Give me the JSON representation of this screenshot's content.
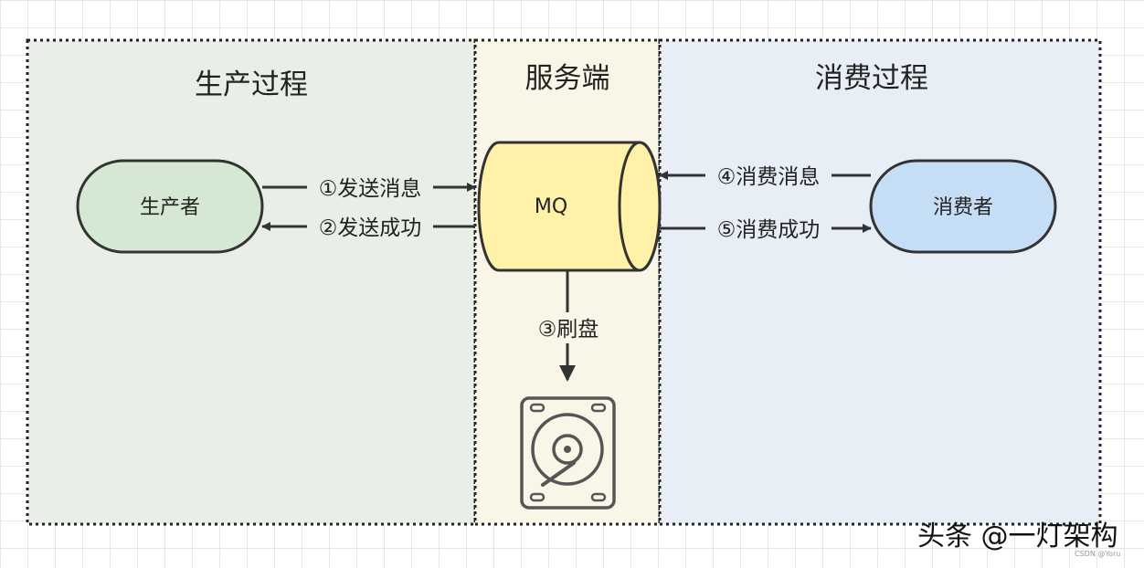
{
  "sections": {
    "production": "生产过程",
    "server": "服务端",
    "consumption": "消费过程"
  },
  "nodes": {
    "producer": "生产者",
    "mq": "MQ",
    "consumer": "消费者"
  },
  "edges": {
    "send_message": "①发送消息",
    "send_success": "②发送成功",
    "flush_disk": "③刷盘",
    "consume_message": "④消费消息",
    "consume_success": "⑤消费成功"
  },
  "watermark": {
    "main": "头条 @一灯架构",
    "small": "CSDN @Yoru"
  },
  "colors": {
    "production_bg": "#e9efe6",
    "server_bg": "#f9f6e7",
    "consumption_bg": "#e8eef5",
    "producer_fill": "#d5e8d4",
    "mq_fill": "#fff2a8",
    "consumer_fill": "#c6ddf6",
    "stroke": "#333333"
  }
}
